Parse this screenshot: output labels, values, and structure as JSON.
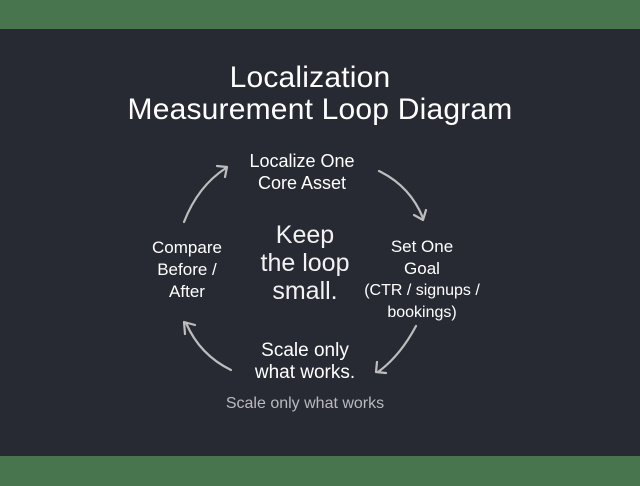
{
  "title": {
    "line1": "Localization",
    "line2": "Measurement Loop Diagram"
  },
  "nodes": {
    "top": {
      "line1": "Localize One",
      "line2": "Core Asset"
    },
    "right": {
      "line1": "Set One",
      "line2": "Goal",
      "line3": "(CTR / signups /",
      "line4": "bookings)"
    },
    "bottom": {
      "line1": "Scale only",
      "line2": "what works."
    },
    "left": {
      "line1": "Compare",
      "line2": "Before /",
      "line3": "After"
    }
  },
  "center": {
    "line1": "Keep",
    "line2": "the loop",
    "line3": "small."
  },
  "caption": "Scale only what works",
  "arrows": [
    {
      "from": "left",
      "to": "top",
      "icon": "curved-arrow-icon"
    },
    {
      "from": "top",
      "to": "right",
      "icon": "curved-arrow-icon"
    },
    {
      "from": "right",
      "to": "bottom",
      "icon": "curved-arrow-icon"
    },
    {
      "from": "bottom",
      "to": "left",
      "icon": "curved-arrow-icon"
    }
  ],
  "colors": {
    "frame": "#48744e",
    "panel": "#272a33",
    "text": "#ffffff",
    "caption": "#b8babf",
    "arrow": "#bdbdbd"
  }
}
